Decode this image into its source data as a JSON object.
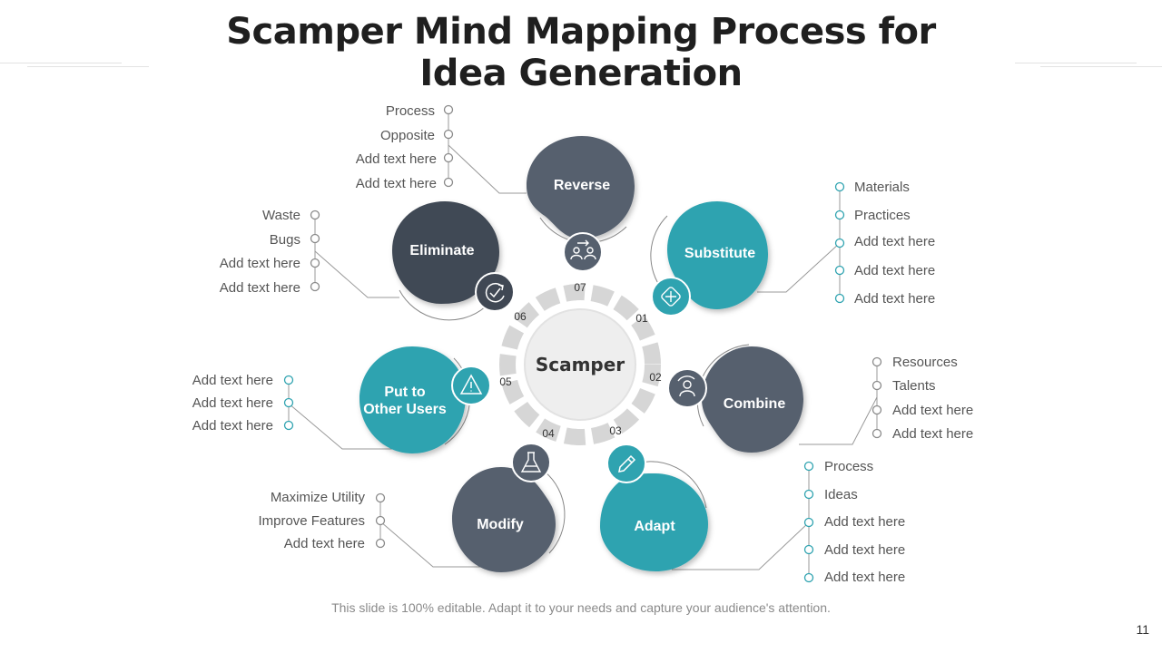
{
  "title_line1": "Scamper Mind Mapping Process for",
  "title_line2": "Idea Generation",
  "center_label": "Scamper",
  "footer": "This slide is 100% editable. Adapt it to your needs and capture your audience's attention.",
  "page_number": "11",
  "colors": {
    "dark": "#56606e",
    "darker": "#404854",
    "teal": "#2fa3b0",
    "ring": "#d9d9d9"
  },
  "steps": [
    {
      "number": "01",
      "name": "Substitute",
      "icon": "hands-icon",
      "color": "teal",
      "items": [
        "Materials",
        "Practices",
        "Add text here",
        "Add text here",
        "Add text here"
      ]
    },
    {
      "number": "02",
      "name": "Combine",
      "icon": "user-cycle-icon",
      "color": "dark",
      "items": [
        "Resources",
        "Talents",
        "Add text here",
        "Add text here"
      ]
    },
    {
      "number": "03",
      "name": "Adapt",
      "icon": "pencil-icon",
      "color": "teal",
      "items": [
        "Process",
        "Ideas",
        "Add text here",
        "Add text here",
        "Add text here"
      ]
    },
    {
      "number": "04",
      "name": "Modify",
      "icon": "flask-icon",
      "color": "dark",
      "items": [
        "Maximize Utility",
        "Improve Features",
        "Add text here"
      ]
    },
    {
      "number": "05",
      "name_line1": "Put to",
      "name_line2": "Other Users",
      "icon": "warning-icon",
      "color": "teal",
      "items": [
        "Add text here",
        "Add text here",
        "Add text here"
      ]
    },
    {
      "number": "06",
      "name": "Eliminate",
      "icon": "refresh-check-icon",
      "color": "darker",
      "items": [
        "Waste",
        "Bugs",
        "Add text here",
        "Add text here"
      ]
    },
    {
      "number": "07",
      "name": "Reverse",
      "icon": "people-exchange-icon",
      "color": "dark",
      "items": [
        "Process",
        "Opposite",
        "Add text here",
        "Add text here"
      ]
    }
  ]
}
